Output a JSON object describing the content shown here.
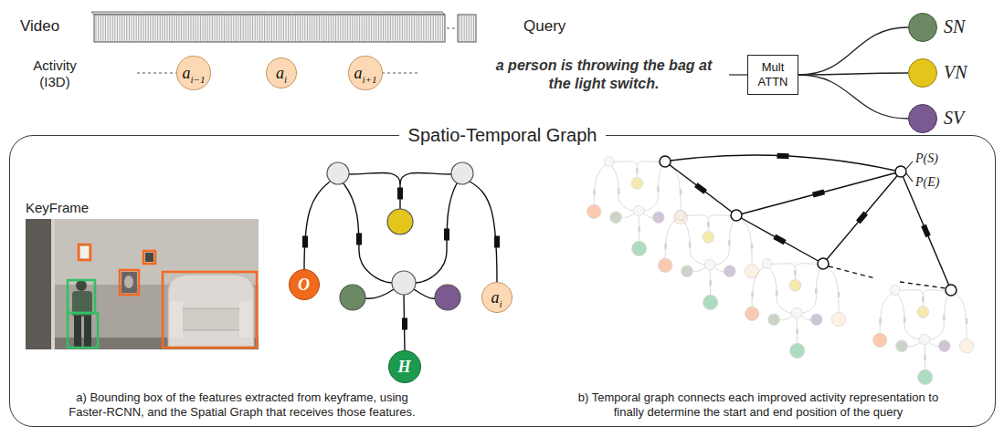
{
  "diagram": {
    "nodes": [
      {
        "text": [
          "ai−1"
        ]
      },
      {
        "text": [
          "ai"
        ]
      },
      {
        "text": [
          "ai+1"
        ]
      },
      {
        "text": [
          "Mult ATTN"
        ]
      },
      {
        "text": [
          "SN"
        ]
      },
      {
        "text": [
          "VN"
        ]
      },
      {
        "text": [
          "SV"
        ]
      },
      {
        "text": [
          "Spatio-Temporal Graph"
        ]
      },
      {
        "text": [
          "O"
        ],
        "in": 7
      },
      {
        "text": [
          "ai"
        ],
        "in": 7
      },
      {
        "text": [
          "H"
        ],
        "in": 7
      }
    ],
    "edges": [
      {
        "from": 3,
        "to": 4,
        "arrow": "none"
      },
      {
        "from": 3,
        "to": 5,
        "arrow": "none"
      },
      {
        "from": 3,
        "to": 6,
        "arrow": "none"
      }
    ],
    "labels": [
      "Video",
      "Activity (I3D)",
      "Query",
      "a person is throwing the bag at the light switch.",
      "KeyFrame",
      "a) Bounding box of the features extracted from keyframe, using Faster-RCNN, and the Spatial Graph that receives those features.",
      "b) Temporal graph connects each improved activity representation to finally determine the start and end position of the query",
      "P(S)",
      "P(E)"
    ]
  }
}
